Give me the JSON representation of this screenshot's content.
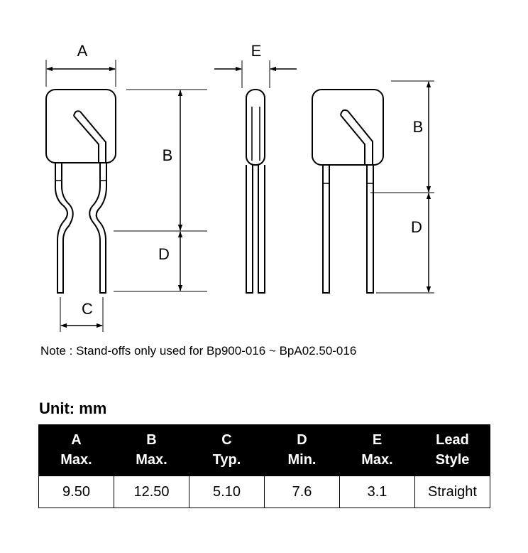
{
  "diagram": {
    "dimension_labels": {
      "a": "A",
      "b_front": "B",
      "c": "C",
      "d_front": "D",
      "e": "E",
      "b_back": "B",
      "d_back": "D"
    }
  },
  "note": "Note : Stand-offs only used for Bp900-016 ~ BpA02.50-016",
  "unit_label": "Unit: mm",
  "table": {
    "headers": [
      {
        "line1": "A",
        "line2": "Max."
      },
      {
        "line1": "B",
        "line2": "Max."
      },
      {
        "line1": "C",
        "line2": "Typ."
      },
      {
        "line1": "D",
        "line2": "Min."
      },
      {
        "line1": "E",
        "line2": "Max."
      },
      {
        "line1": "Lead",
        "line2": "Style"
      }
    ],
    "rows": [
      [
        "9.50",
        "12.50",
        "5.10",
        "7.6",
        "3.1",
        "Straight"
      ]
    ]
  }
}
